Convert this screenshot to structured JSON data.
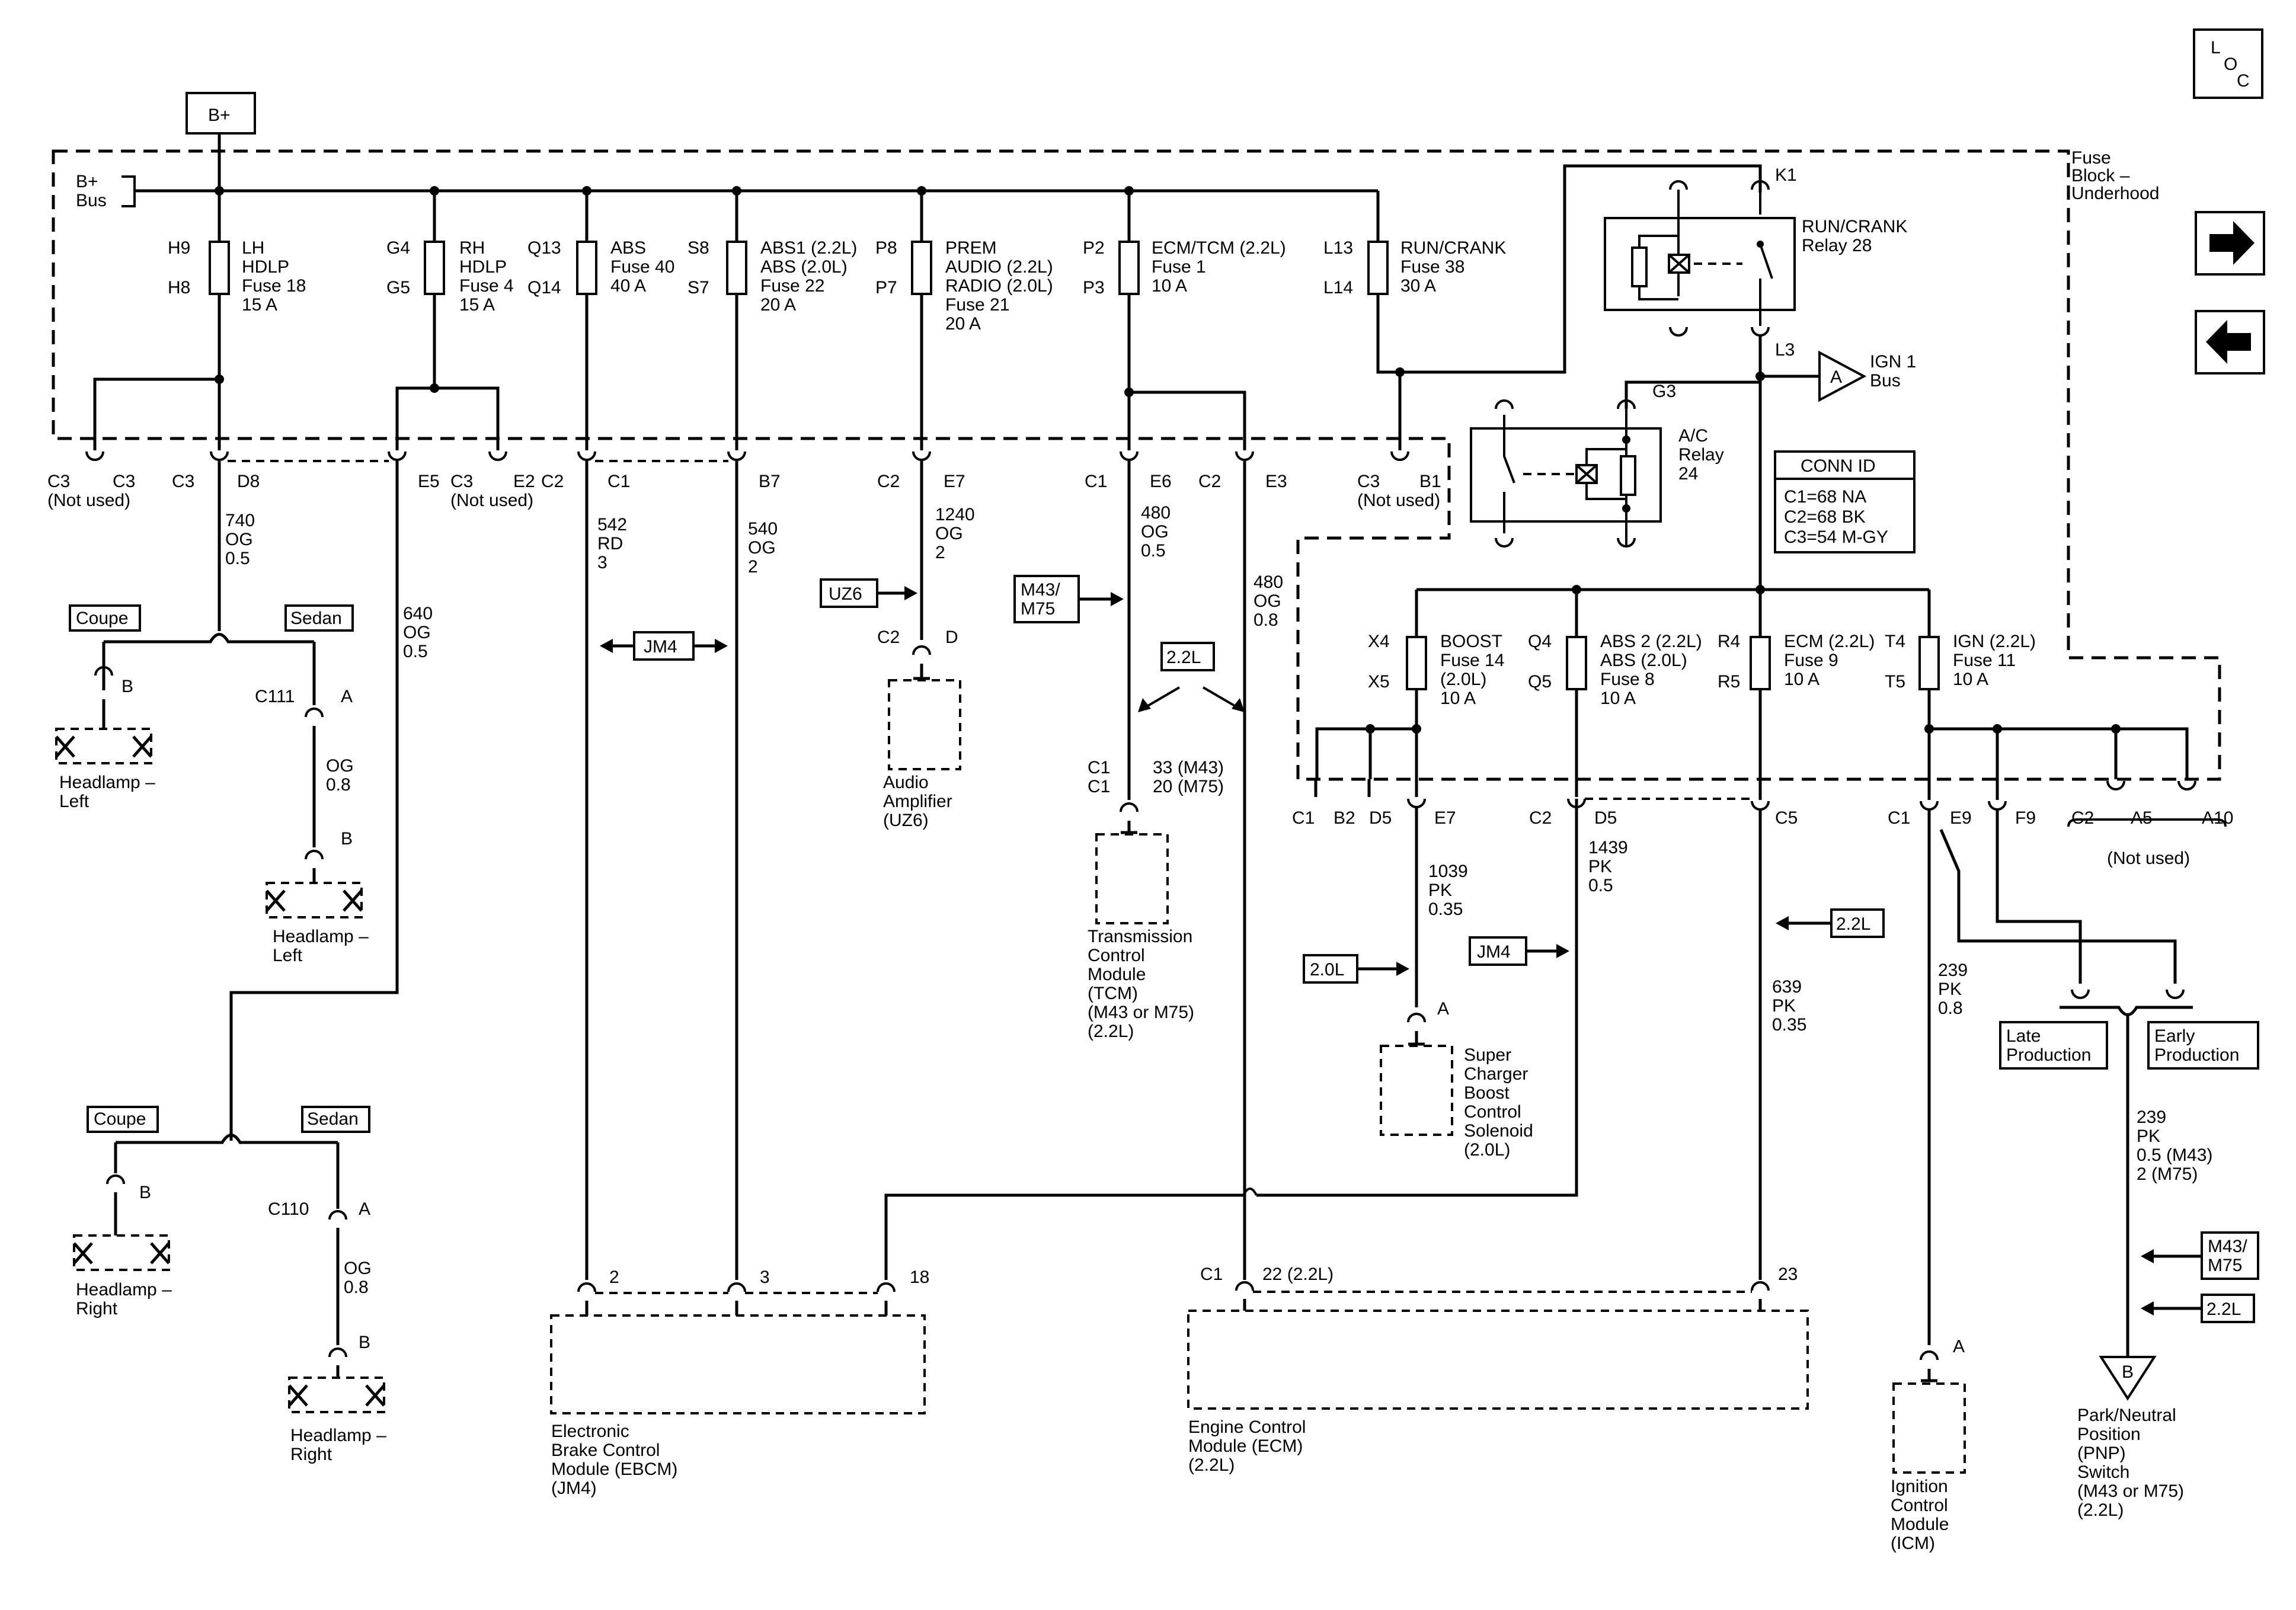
{
  "page": {
    "loc_label": [
      "L",
      "O",
      "C"
    ]
  },
  "nav": {
    "next": "next-arrow",
    "prev": "previous-arrow"
  },
  "power": {
    "bplus": "B+",
    "bus": [
      "B+",
      "Bus"
    ]
  },
  "fuse_block": [
    "Fuse",
    "Block –",
    "Underhood"
  ],
  "fuses": [
    {
      "pins": [
        "H9",
        "H8"
      ],
      "label": [
        "LH",
        "HDLP",
        "Fuse 18",
        "15 A"
      ]
    },
    {
      "pins": [
        "G4",
        "G5"
      ],
      "label": [
        "RH",
        "HDLP",
        "Fuse 4",
        "15 A"
      ]
    },
    {
      "pins": [
        "Q13",
        "Q14"
      ],
      "label": [
        "ABS",
        "Fuse 40",
        "40 A"
      ]
    },
    {
      "pins": [
        "S8",
        "S7"
      ],
      "label": [
        "ABS1 (2.2L)",
        "ABS (2.0L)",
        "Fuse 22",
        "20 A"
      ]
    },
    {
      "pins": [
        "P8",
        "P7"
      ],
      "label": [
        "PREM",
        "AUDIO (2.2L)",
        "RADIO (2.0L)",
        "Fuse 21",
        "20 A"
      ]
    },
    {
      "pins": [
        "P2",
        "P3"
      ],
      "label": [
        "ECM/TCM (2.2L)",
        "Fuse 1",
        "10 A"
      ]
    },
    {
      "pins": [
        "L13",
        "L14"
      ],
      "label": [
        "RUN/CRANK",
        "Fuse 38",
        "30 A"
      ]
    },
    {
      "pins": [
        "X4",
        "X5"
      ],
      "label": [
        "BOOST",
        "Fuse 14",
        "(2.0L)",
        "10 A"
      ]
    },
    {
      "pins": [
        "Q4",
        "Q5"
      ],
      "label": [
        "ABS 2 (2.2L)",
        "ABS (2.0L)",
        "Fuse 8",
        "10 A"
      ]
    },
    {
      "pins": [
        "R4",
        "R5"
      ],
      "label": [
        "ECM (2.2L)",
        "Fuse 9",
        "10 A"
      ]
    },
    {
      "pins": [
        "T4",
        "T5"
      ],
      "label": [
        "IGN (2.2L)",
        "Fuse 11",
        "10 A"
      ]
    }
  ],
  "relays": {
    "run_crank": {
      "pin_top": "K1",
      "pin_bottom": "L3",
      "label": [
        "RUN/CRANK",
        "Relay 28"
      ]
    },
    "ac": {
      "pin": "G3",
      "label": [
        "A/C",
        "Relay",
        "24"
      ]
    }
  },
  "ign_bus": {
    "letter": "A",
    "label": [
      "IGN 1",
      "Bus"
    ]
  },
  "conn_id": {
    "title": "CONN ID",
    "rows": [
      "C1=68 NA",
      "C2=68 BK",
      "C3=54 M-GY"
    ]
  },
  "connectors_top": {
    "c3_left": "C3",
    "c3_right": "C3",
    "not_used_left": "(Not used)",
    "c3_d8": "C3",
    "d8": "D8",
    "e5": "E5",
    "c3_mid": "C3",
    "not_used_mid": "(Not used)",
    "e2": "E2",
    "c2_c1": "C2",
    "c1_a": "C1",
    "b7": "B7",
    "c2_e7": "C2",
    "e7": "E7",
    "c1_e6": "C1",
    "e6": "E6",
    "c2_e3": "C2",
    "e3": "E3",
    "c3_b1": "C3",
    "b1": "B1",
    "not_used_b1": "(Not used)"
  },
  "connectors_right": {
    "c1": "C1",
    "b2": "B2",
    "d5a": "D5",
    "e7": "E7",
    "c2": "C2",
    "d5b": "D5",
    "c5": "C5",
    "c1b": "C1",
    "e9": "E9",
    "f9": "F9",
    "c2b": "C2",
    "a5": "A5",
    "a10": "A10",
    "not_used": "(Not used)"
  },
  "wires": {
    "w740": [
      "740",
      "OG",
      "0.5"
    ],
    "w640": [
      "640",
      "OG",
      "0.5"
    ],
    "w542": [
      "542",
      "RD",
      "3"
    ],
    "w540": [
      "540",
      "OG",
      "2"
    ],
    "w1240": [
      "1240",
      "OG",
      "2"
    ],
    "w480a": [
      "480",
      "OG",
      "0.5"
    ],
    "w480b": [
      "480",
      "OG",
      "0.8"
    ],
    "w1039": [
      "1039",
      "PK",
      "0.35"
    ],
    "w1439": [
      "1439",
      "PK",
      "0.5"
    ],
    "w639": [
      "639",
      "PK",
      "0.35"
    ],
    "w239a": [
      "239",
      "PK",
      "0.8"
    ],
    "w239b": [
      "239",
      "PK",
      "0.5 (M43)",
      "2 (M75)"
    ],
    "og08a": [
      "OG",
      "0.8"
    ],
    "og08b": [
      "OG",
      "0.8"
    ]
  },
  "options": {
    "coupe": "Coupe",
    "sedan": "Sedan",
    "jm4": "JM4",
    "uz6": "UZ6",
    "m43m75": [
      "M43/",
      "M75"
    ],
    "l22": "2.2L",
    "l20": "2.0L",
    "late": [
      "Late",
      "Production"
    ],
    "early": [
      "Early",
      "Production"
    ]
  },
  "headlamps": {
    "left_coupe": {
      "pin": "B",
      "label": [
        "Headlamp –",
        "Left"
      ]
    },
    "left_sedan": {
      "conn": "C111",
      "pin_a": "A",
      "pin_b": "B",
      "label": [
        "Headlamp –",
        "Left"
      ]
    },
    "right_coupe": {
      "pin": "B",
      "label": [
        "Headlamp –",
        "Right"
      ]
    },
    "right_sedan": {
      "conn": "C110",
      "pin_a": "A",
      "pin_b": "B",
      "label": [
        "Headlamp –",
        "Right"
      ]
    }
  },
  "components": {
    "audio": {
      "conn": "C2",
      "pin": "D",
      "label": [
        "Audio",
        "Amplifier",
        "(UZ6)"
      ]
    },
    "tcm": {
      "conn": [
        "C1",
        "C1"
      ],
      "pins": [
        "33 (M43)",
        "20 (M75)"
      ],
      "label": [
        "Transmission",
        "Control",
        "Module",
        "(TCM)",
        "(M43 or M75)",
        "(2.2L)"
      ]
    },
    "boost": {
      "pin": "A",
      "label": [
        "Super",
        "Charger",
        "Boost",
        "Control",
        "Solenoid",
        "(2.0L)"
      ]
    },
    "ebcm": {
      "pins": [
        "2",
        "3",
        "18"
      ],
      "label": [
        "Electronic",
        "Brake Control",
        "Module (EBCM)",
        "(JM4)"
      ]
    },
    "ecm": {
      "conn": "C1",
      "pins": [
        "22 (2.2L)",
        "23"
      ],
      "label": [
        "Engine Control",
        "Module (ECM)",
        "(2.2L)"
      ]
    },
    "icm": {
      "pin": "A",
      "label": [
        "Ignition",
        "Control",
        "Module",
        "(ICM)"
      ]
    },
    "pnp": {
      "letter": "B",
      "label": [
        "Park/Neutral",
        "Position",
        "(PNP)",
        "Switch",
        "(M43 or M75)",
        "(2.2L)"
      ]
    }
  }
}
